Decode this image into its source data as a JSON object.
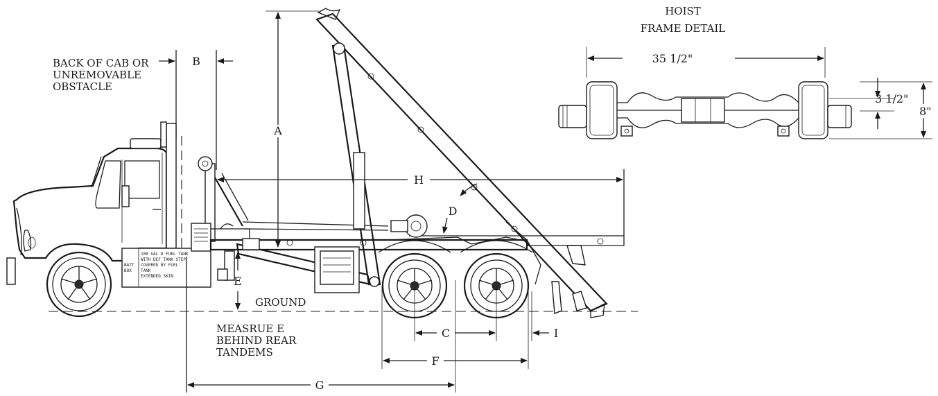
{
  "hoist_detail": {
    "title_line1": "HOIST",
    "title_line2": "FRAME DETAIL",
    "width_dim": "35 1/2\"",
    "inner_height_dim": "3 1/2\"",
    "outer_height_dim": "8\""
  },
  "notes": {
    "cab_line1": "BACK OF CAB OR",
    "cab_line2": "UNREMOVABLE",
    "cab_line3": "OBSTACLE",
    "ground": "GROUND",
    "measure_line1": "MEASRUE E",
    "measure_line2": "BEHIND REAR",
    "measure_line3": "TANDEMS"
  },
  "tank": {
    "battery_line1": "BATT",
    "battery_line2": "BOX",
    "line1": "100 GAL D FUEL TANK",
    "line2": "WITH DEF TANK STEP",
    "line3": "COVERED BY FUEL",
    "line4": "TANK",
    "line5": "EXTENDED SKIN"
  },
  "dimensions": {
    "A": "A",
    "B": "B",
    "C": "C",
    "D": "D",
    "E": "E",
    "F": "F",
    "G": "G",
    "H": "H",
    "I": "I"
  }
}
